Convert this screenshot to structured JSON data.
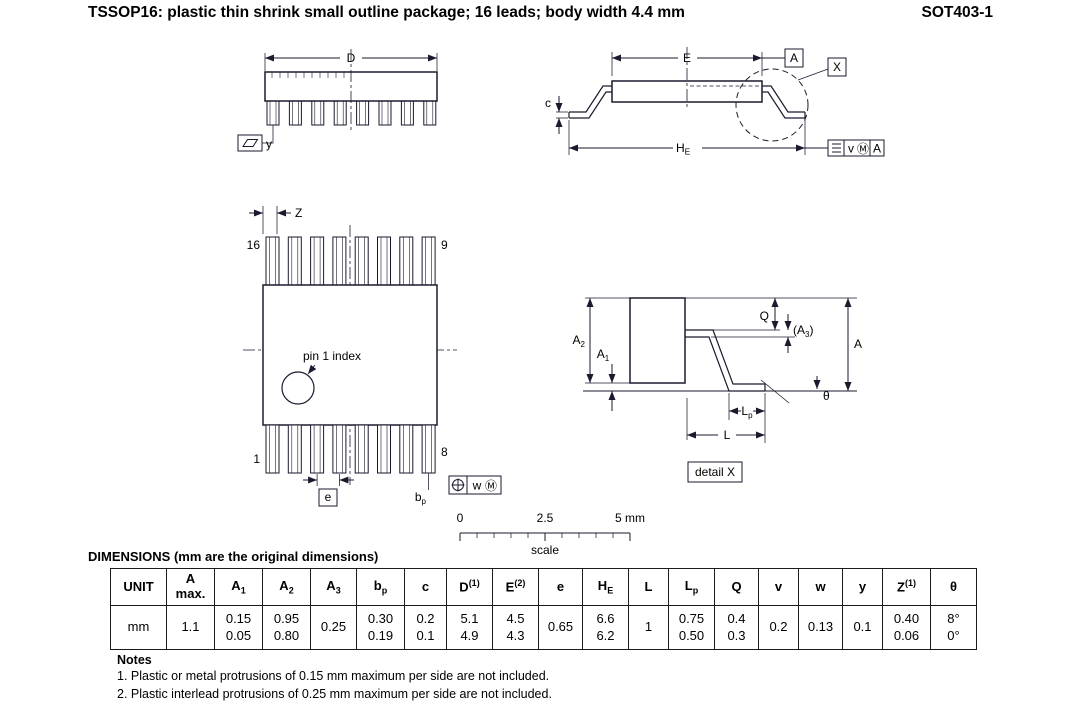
{
  "page": {
    "title": "TSSOP16: plastic thin shrink small outline package; 16 leads; body width 4.4 mm",
    "doc_code": "SOT403-1",
    "dimensions_heading": "DIMENSIONS (mm are the original dimensions)"
  },
  "drawings": {
    "side_view": {
      "dim_D": "D",
      "flatness_label": "y"
    },
    "end_view": {
      "dim_E": "E",
      "datum_A": "A",
      "detail_ref": "X",
      "dim_c": "c",
      "dim_HE": {
        "base": "H",
        "sub": "E"
      },
      "tolerance_box": {
        "value": "v",
        "modifier": "Ⓜ",
        "datum": "A"
      }
    },
    "top_view": {
      "dim_Z": "Z",
      "pin_16": "16",
      "pin_9": "9",
      "pin_1": "1",
      "pin_8": "8",
      "pin1_index_label": "pin 1 index",
      "dim_e": "e",
      "dim_bp": {
        "base": "b",
        "sub": "p"
      },
      "tolerance_box": {
        "value": "w",
        "modifier": "Ⓜ"
      }
    },
    "detail_x": {
      "dim_A2": {
        "base": "A",
        "sub": "2"
      },
      "dim_A1": {
        "base": "A",
        "sub": "1"
      },
      "dim_Q": "Q",
      "dim_A3": {
        "base": "(A",
        "sub": "3",
        "post": ")"
      },
      "dim_A": "A",
      "dim_theta": "θ",
      "dim_Lp": {
        "base": "L",
        "sub": "p"
      },
      "dim_L": "L",
      "caption": "detail X"
    },
    "scale_bar": {
      "tick_0": "0",
      "tick_mid": "2.5",
      "tick_end": "5 mm",
      "label": "scale"
    }
  },
  "table": {
    "columns": [
      {
        "lines": [
          "UNIT"
        ]
      },
      {
        "lines": [
          "A",
          "max."
        ]
      },
      {
        "base": "A",
        "sub": "1"
      },
      {
        "base": "A",
        "sub": "2"
      },
      {
        "base": "A",
        "sub": "3"
      },
      {
        "base": "b",
        "sub": "p"
      },
      {
        "base": "c"
      },
      {
        "base": "D",
        "sup": "(1)"
      },
      {
        "base": "E",
        "sup": "(2)"
      },
      {
        "base": "e"
      },
      {
        "base": "H",
        "sub": "E"
      },
      {
        "base": "L"
      },
      {
        "base": "L",
        "sub": "p"
      },
      {
        "base": "Q"
      },
      {
        "base": "v"
      },
      {
        "base": "w"
      },
      {
        "base": "y"
      },
      {
        "base": "Z",
        "sup": "(1)"
      },
      {
        "base": "θ"
      }
    ],
    "rows": [
      [
        "mm",
        "1.1",
        "0.15\n0.05",
        "0.95\n0.80",
        "0.25",
        "0.30\n0.19",
        "0.2\n0.1",
        "5.1\n4.9",
        "4.5\n4.3",
        "0.65",
        "6.6\n6.2",
        "1",
        "0.75\n0.50",
        "0.4\n0.3",
        "0.2",
        "0.13",
        "0.1",
        "0.40\n0.06",
        "8°\n0°"
      ]
    ]
  },
  "notes": {
    "heading": "Notes",
    "items": [
      "1. Plastic or metal protrusions of 0.15 mm maximum per side are not included.",
      "2. Plastic interlead protrusions of 0.25 mm maximum per side are not included."
    ]
  },
  "colors": {
    "line": "#1a1a2e",
    "text": "#000000"
  }
}
